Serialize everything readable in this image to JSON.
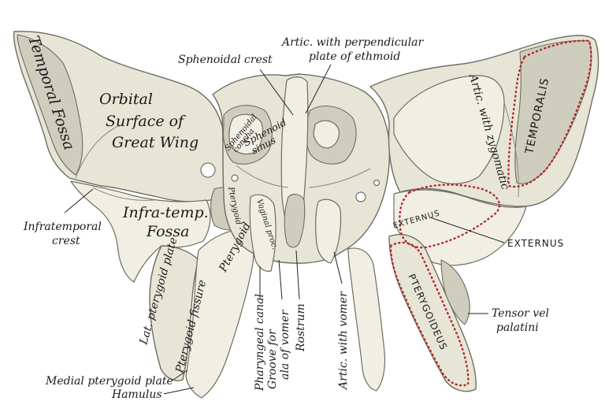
{
  "labels": {
    "temporal_fossa": "Temporal Fossa",
    "orbital_1": "Orbital",
    "orbital_2": "Surface of",
    "orbital_3": "Great Wing",
    "sphenoidal_crest": "Sphenoidal crest",
    "artic_ethmoid_1": "Artic. with perpendicular",
    "artic_ethmoid_2": "plate of ethmoid",
    "sphenoidal_concha_1": "Sphenoidal",
    "sphenoidal_concha_2": "concha",
    "sphenoid_sinus_1": "Sphenoid",
    "sphenoid_sinus_2": "sinus",
    "artic_zygomatic": "Artic. with zygomatic",
    "infratemporal_crest_1": "Infratemporal",
    "infratemporal_crest_2": "crest",
    "infratemp_fossa_1": "Infra-temp.",
    "infratemp_fossa_2": "Fossa",
    "pterygoid_short": "Pterygoid",
    "vaginal_proc": "Vaginal proc.",
    "pterygoid_bar": "Pterygoid",
    "lat_pterygoid_plate": "Lat. pterygoid plate",
    "pterygoid_fissure": "Pterygoid fissure",
    "pharyngeal_canal": "Pharyngeal canal",
    "groove_vomer_1": "Groove for",
    "groove_vomer_2": "ala of vomer",
    "rostrum": "Rostrum",
    "artic_vomer": "Artic. with vomer",
    "medial_pterygoid_plate": "Medial pterygoid plate",
    "hamulus": "Hamulus",
    "tensor_1": "Tensor vel",
    "tensor_2": "palatini"
  },
  "muscles": {
    "temporalis": "TEMPORALIS",
    "externus_inner": "EXTERNUS",
    "externus_callout": "EXTERNUS",
    "pterygoideus": "PTERYGOIDEUS"
  },
  "colors": {
    "bone": "#e7e5d6",
    "bone_outline": "#6f6d62",
    "muscle_attachment": "#b3262e"
  }
}
